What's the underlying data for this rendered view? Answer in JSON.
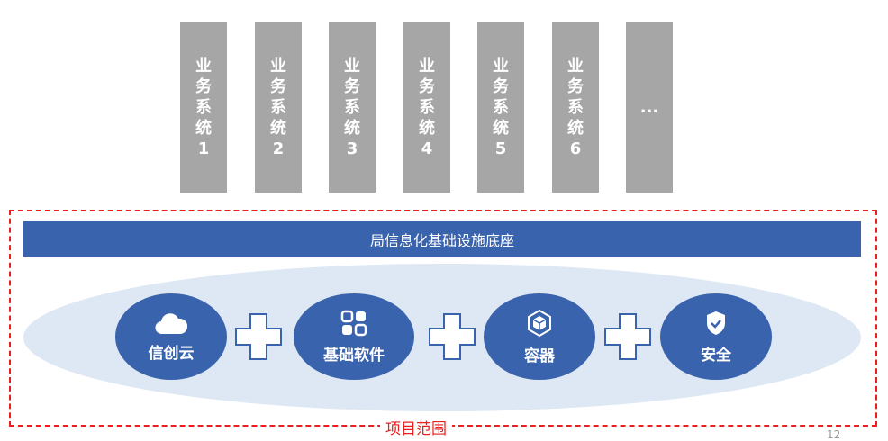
{
  "systems": [
    {
      "chars": [
        "业",
        "务",
        "系",
        "统",
        "1"
      ]
    },
    {
      "chars": [
        "业",
        "务",
        "系",
        "统",
        "2"
      ]
    },
    {
      "chars": [
        "业",
        "务",
        "系",
        "统",
        "3"
      ]
    },
    {
      "chars": [
        "业",
        "务",
        "系",
        "统",
        "4"
      ]
    },
    {
      "chars": [
        "业",
        "务",
        "系",
        "统",
        "5"
      ]
    },
    {
      "chars": [
        "业",
        "务",
        "系",
        "统",
        "6"
      ]
    },
    {
      "chars": [
        "..."
      ]
    }
  ],
  "platform_title": "局信息化基础设施底座",
  "components": [
    {
      "label": "信创云",
      "icon": "cloud-icon"
    },
    {
      "label": "基础软件",
      "icon": "apps-grid-icon"
    },
    {
      "label": "容器",
      "icon": "container-cube-icon"
    },
    {
      "label": "安全",
      "icon": "shield-check-icon"
    }
  ],
  "scope_label": "项目范围",
  "page_number": "12",
  "colors": {
    "column": "#a6a6a6",
    "blue": "#3a63ad",
    "ellipse": "#dde8f4",
    "scope": "#e8201e"
  }
}
